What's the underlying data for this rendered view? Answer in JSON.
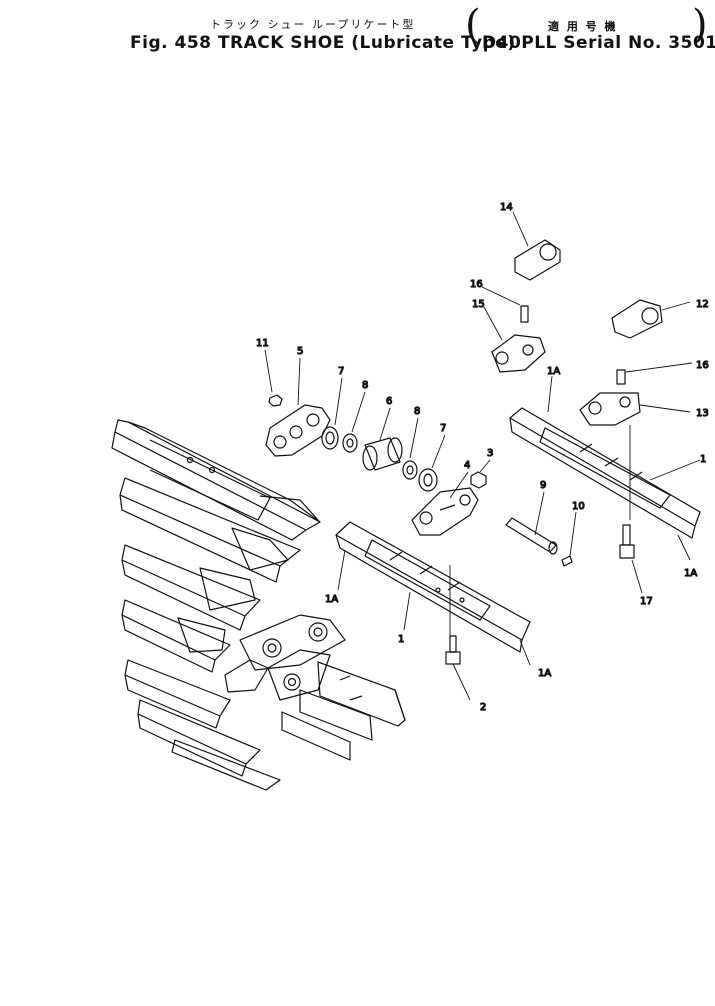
{
  "header": {
    "title_jp": "トラック シュー ループリケート型",
    "title_en": "Fig. 458  TRACK SHOE (Lubricate Type)",
    "applicable_jp": "適 用 号 機",
    "applicable_en": "D40PLL Serial No. 3501~"
  },
  "callouts": {
    "c1a": "1",
    "c1b": "1",
    "c1a_1": "1A",
    "c1a_2": "1A",
    "c1a_3": "1A",
    "c1a_4": "1A",
    "c2": "2",
    "c3": "3",
    "c4": "4",
    "c5": "5",
    "c6": "6",
    "c7a": "7",
    "c7b": "7",
    "c8a": "8",
    "c8b": "8",
    "c9": "9",
    "c10": "10",
    "c11": "11",
    "c12": "12",
    "c13": "13",
    "c14": "14",
    "c15": "15",
    "c16a": "16",
    "c16b": "16",
    "c17": "17"
  }
}
